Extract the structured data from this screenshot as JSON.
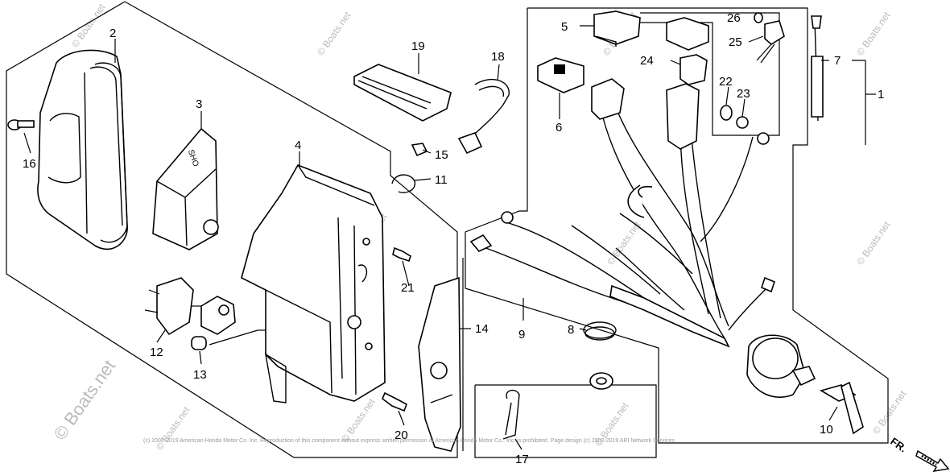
{
  "diagram": {
    "callouts": {
      "c1": "1",
      "c2": "2",
      "c3": "3",
      "c4": "4",
      "c5": "5",
      "c6": "6",
      "c7": "7",
      "c8": "8",
      "c9": "9",
      "c10": "10",
      "c11": "11",
      "c12": "12",
      "c13": "13",
      "c14": "14",
      "c15": "15",
      "c16": "16",
      "c17": "17",
      "c18": "18",
      "c19": "19",
      "c20": "20",
      "c21": "21",
      "c22": "22",
      "c23": "23",
      "c24": "24",
      "c25": "25",
      "c26": "26"
    },
    "direction_label": "FR.",
    "watermark_main": "© Boats.net",
    "watermark_small": "© Boats.net",
    "copyright": "(c) 2000-2019 American Honda Motor Co. Inc. Reproduction of this component without express written permission of American Honda Motor Co., Inc. is prohibited. Page design (c) 2000-2019 ARI Network Services"
  }
}
